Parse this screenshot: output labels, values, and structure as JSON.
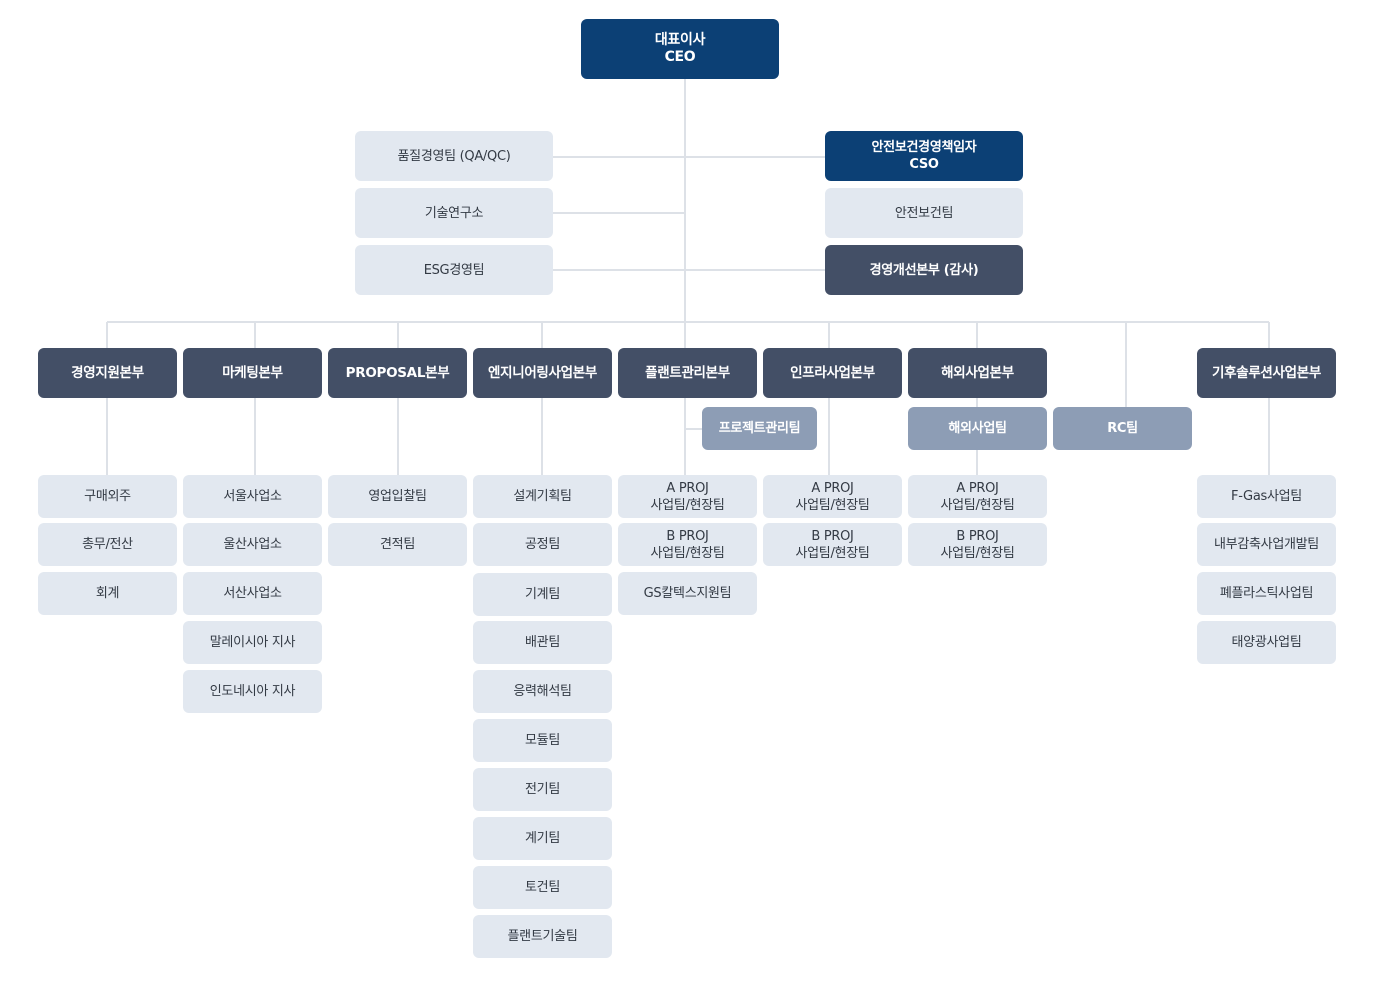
{
  "colors": {
    "primary": "#0c4075",
    "dark": "#434f66",
    "mid": "#8d9db5",
    "light": "#e2e8f0",
    "line": "#dde1e7"
  },
  "ceo": {
    "label": "대표이사\nCEO"
  },
  "staff_left": [
    {
      "label": "품질경영팀 (QA/QC)"
    },
    {
      "label": "기술연구소"
    },
    {
      "label": "ESG경영팀"
    }
  ],
  "staff_right": [
    {
      "label": "안전보건경영책임자\nCSO"
    },
    {
      "label": "안전보건팀"
    },
    {
      "label": "경영개선본부 (감사)"
    }
  ],
  "divisions": [
    {
      "label": "경영지원본부"
    },
    {
      "label": "마케팅본부"
    },
    {
      "label": "PROPOSAL본부"
    },
    {
      "label": "엔지니어링사업본부"
    },
    {
      "label": "플랜트관리본부"
    },
    {
      "label": "인프라사업본부"
    },
    {
      "label": "해외사업본부"
    },
    {
      "label": "기후솔루션사업본부"
    }
  ],
  "sub_units": [
    {
      "label": "프로젝트관리팀"
    },
    {
      "label": "해외사업팀"
    },
    {
      "label": "RC팀"
    }
  ],
  "teams": {
    "management": [
      {
        "label": "구매외주"
      },
      {
        "label": "총무/전산"
      },
      {
        "label": "회계"
      }
    ],
    "marketing": [
      {
        "label": "서울사업소"
      },
      {
        "label": "울산사업소"
      },
      {
        "label": "서산사업소"
      },
      {
        "label": "말레이시아 지사"
      },
      {
        "label": "인도네시아 지사"
      }
    ],
    "proposal": [
      {
        "label": "영업입찰팀"
      },
      {
        "label": "견적팀"
      }
    ],
    "engineering": [
      {
        "label": "설계기획팀"
      },
      {
        "label": "공정팀"
      },
      {
        "label": "기계팀"
      },
      {
        "label": "배관팀"
      },
      {
        "label": "응력해석팀"
      },
      {
        "label": "모듈팀"
      },
      {
        "label": "전기팀"
      },
      {
        "label": "계기팀"
      },
      {
        "label": "토건팀"
      },
      {
        "label": "플랜트기술팀"
      }
    ],
    "plant": [
      {
        "label": "A PROJ\n사업팀/현장팀"
      },
      {
        "label": "B PROJ\n사업팀/현장팀"
      },
      {
        "label": "GS칼텍스지원팀"
      }
    ],
    "infra": [
      {
        "label": "A PROJ\n사업팀/현장팀"
      },
      {
        "label": "B PROJ\n사업팀/현장팀"
      }
    ],
    "overseas": [
      {
        "label": "A PROJ\n사업팀/현장팀"
      },
      {
        "label": "B PROJ\n사업팀/현장팀"
      }
    ],
    "climate": [
      {
        "label": "F-Gas사업팀"
      },
      {
        "label": "내부감축사업개발팀"
      },
      {
        "label": "폐플라스틱사업팀"
      },
      {
        "label": "태양광사업팀"
      }
    ]
  }
}
